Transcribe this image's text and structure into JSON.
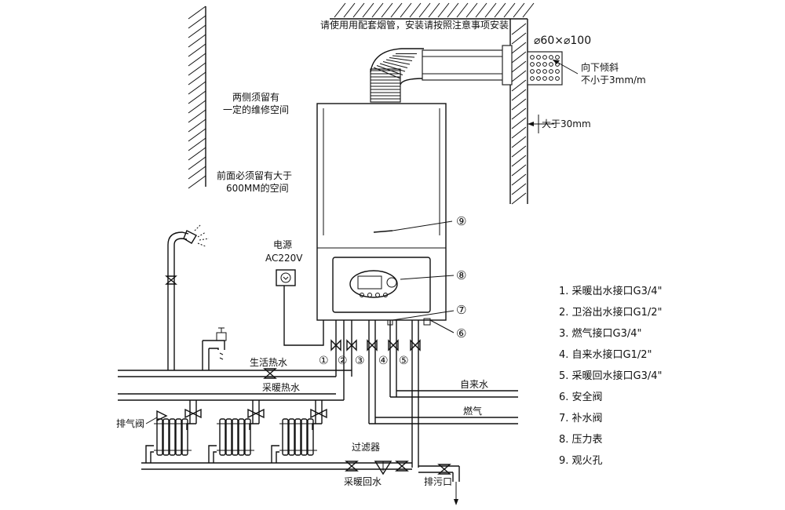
{
  "notes": {
    "flue_instruction": "请使用用配套烟管，安装请按照注意事项安装",
    "flue_size": "⌀60×⌀100",
    "slope_line1": "向下倾斜",
    "slope_line2": "不小于3mm/m",
    "gap": "大于30mm",
    "side_line1": "两侧须留有",
    "side_line2": "一定的维修空间",
    "front_line1": "前面必须留有大于",
    "front_line2": "600MM的空间",
    "power_line1": "电源",
    "power_line2": "AC220V"
  },
  "pipes": {
    "domestic_hot": "生活热水",
    "heating_hot": "采暖热水",
    "cold_water": "自来水",
    "gas": "燃气",
    "vent_valve": "排气阀",
    "filter": "过滤器",
    "heating_return": "采暖回水",
    "drain": "排污口"
  },
  "callouts": {
    "c1": "①",
    "c2": "②",
    "c3": "③",
    "c4": "④",
    "c5": "⑤",
    "c6": "⑥",
    "c7": "⑦",
    "c8": "⑧",
    "c9": "⑨"
  },
  "legend": [
    "1. 采暖出水接口G3/4\"",
    "2. 卫浴出水接口G1/2\"",
    "3. 燃气接口G3/4\"",
    "4. 自来水接口G1/2\"",
    "5. 采暖回水接口G3/4\"",
    "6. 安全阀",
    "7. 补水阀",
    "8. 压力表",
    "9. 观火孔"
  ]
}
